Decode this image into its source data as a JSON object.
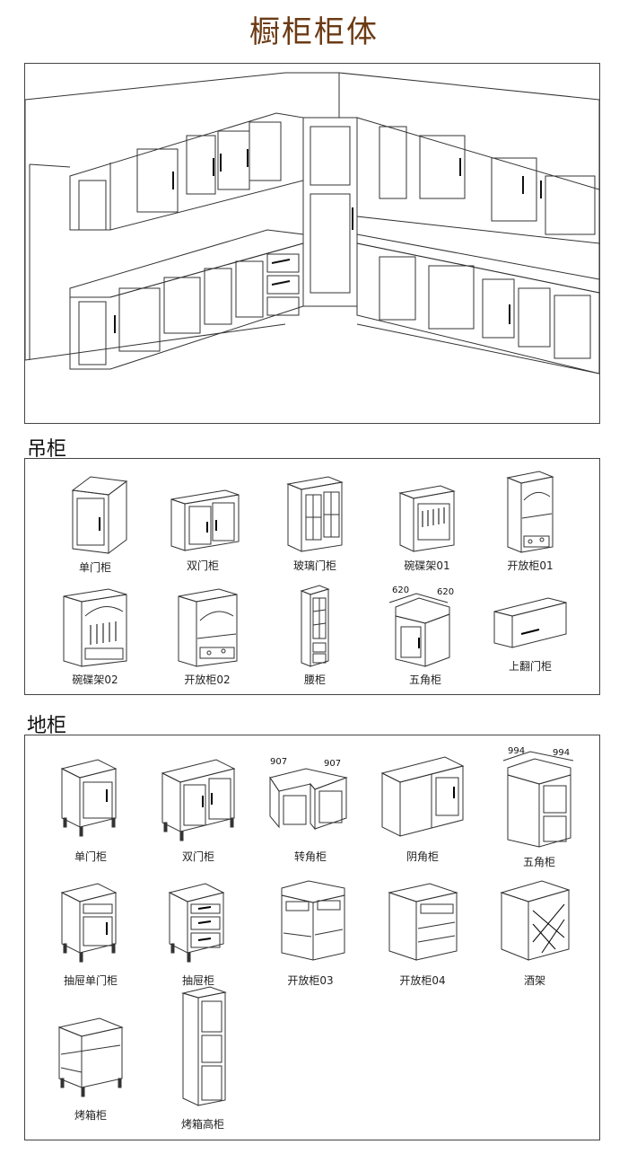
{
  "title": "橱柜柜体",
  "hero_alt": "kitchen-cabinet-layout",
  "wall_section": {
    "heading": "吊柜",
    "items": [
      {
        "label": "单门柜"
      },
      {
        "label": "双门柜"
      },
      {
        "label": "玻璃门柜"
      },
      {
        "label": "碗碟架01"
      },
      {
        "label": "开放柜01"
      },
      {
        "label": "碗碟架02"
      },
      {
        "label": "开放柜02"
      },
      {
        "label": "腰柜"
      },
      {
        "label": "五角柜",
        "dim_a": "620",
        "dim_b": "620"
      },
      {
        "label": "上翻门柜"
      }
    ]
  },
  "base_section": {
    "heading": "地柜",
    "items": [
      {
        "label": "单门柜"
      },
      {
        "label": "双门柜"
      },
      {
        "label": "转角柜",
        "dim_a": "907",
        "dim_b": "907"
      },
      {
        "label": "阴角柜"
      },
      {
        "label": "五角柜",
        "dim_a": "994",
        "dim_b": "994"
      },
      {
        "label": "抽屉单门柜"
      },
      {
        "label": "抽屉柜"
      },
      {
        "label": "开放柜03"
      },
      {
        "label": "开放柜04"
      },
      {
        "label": "酒架"
      },
      {
        "label": "烤箱柜"
      },
      {
        "label": "烤箱高柜"
      }
    ]
  }
}
